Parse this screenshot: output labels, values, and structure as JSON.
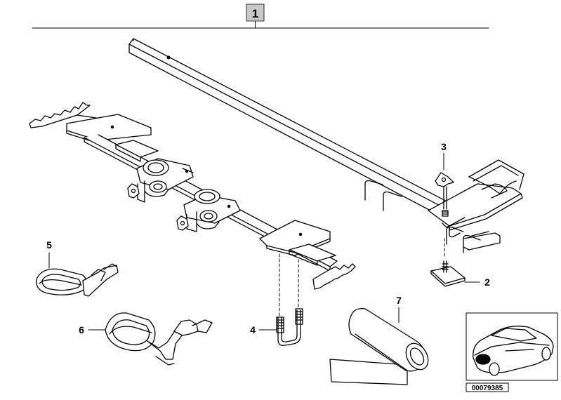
{
  "diagram": {
    "header_number": "1",
    "callouts": [
      {
        "id": "c2",
        "label": "2"
      },
      {
        "id": "c3",
        "label": "3"
      },
      {
        "id": "c4",
        "label": "4"
      },
      {
        "id": "c5",
        "label": "5"
      },
      {
        "id": "c6",
        "label": "6"
      },
      {
        "id": "c7",
        "label": "7"
      }
    ],
    "reference_code": "00079385",
    "colors": {
      "ink": "#000000",
      "paper": "#ffffff",
      "header_box": "#c8c8c8"
    }
  }
}
